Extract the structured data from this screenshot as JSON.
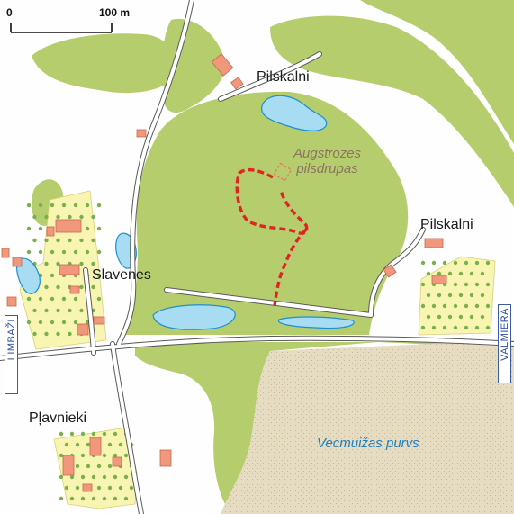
{
  "scale_bar": {
    "start_label": "0",
    "end_label": "100 m"
  },
  "places": {
    "pilskalni_north": "Pilskalni",
    "pilskalni_east": "Pilskalni",
    "slavenes": "Slavenes",
    "pjavnieki": "Pļavnieki"
  },
  "ruins": {
    "line1": "Augstrozes",
    "line2": "pilsdrupas"
  },
  "bog": "Vecmuižas  purvs",
  "road_signs": {
    "west": "LIMBAŽI",
    "east": "VALMIERA"
  },
  "colors": {
    "forest": "#b6cd6e",
    "water": "#a7dcf2",
    "water_edge": "#1e8fd0",
    "bog": "#e6dcc2",
    "settlement": "#f8f5b2",
    "building": "#f0977c",
    "tree_dot": "#79b04b",
    "trail": "#e02424",
    "road_edge": "#5a5a5a"
  }
}
